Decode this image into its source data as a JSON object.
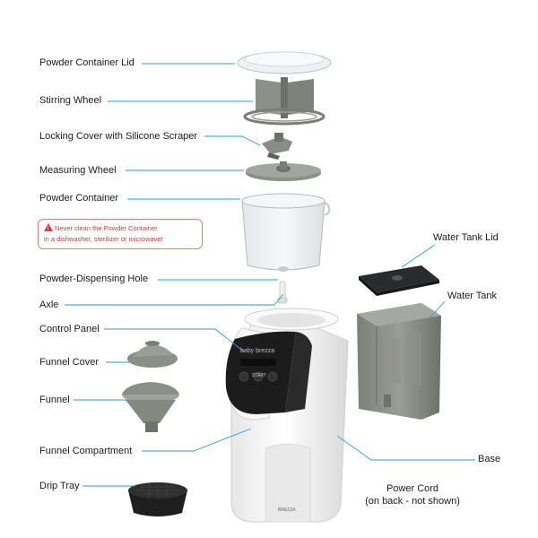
{
  "labels": {
    "powder_container_lid": "Powder Container Lid",
    "stirring_wheel": "Stirring Wheel",
    "locking_cover": "Locking Cover with Silicone Scraper",
    "measuring_wheel": "Measuring Wheel",
    "powder_container": "Powder Container",
    "powder_dispensing_hole": "Powder-Dispensing Hole",
    "axle": "Axle",
    "control_panel": "Control Panel",
    "funnel_cover": "Funnel Cover",
    "funnel": "Funnel",
    "funnel_compartment": "Funnel Compartment",
    "drip_tray": "Drip Tray",
    "water_tank_lid": "Water Tank Lid",
    "water_tank": "Water Tank",
    "base": "Base",
    "power_cord": "Power Cord",
    "power_cord_note": "(on back - not shown)"
  },
  "warning": {
    "line1": "Never clean the Powder Container",
    "line2": "in a dishwasher, sterilizer or microwave!"
  },
  "device": {
    "brand": "baby brezza",
    "start_button": "START",
    "base_logo": "BREZZA"
  },
  "colors": {
    "leader_line": "#2a9fd6",
    "warning": "#d23a3a",
    "part_gray": "#8a8c86",
    "body_white": "#f4f4f4",
    "panel_dark": "#1c1c1c"
  }
}
